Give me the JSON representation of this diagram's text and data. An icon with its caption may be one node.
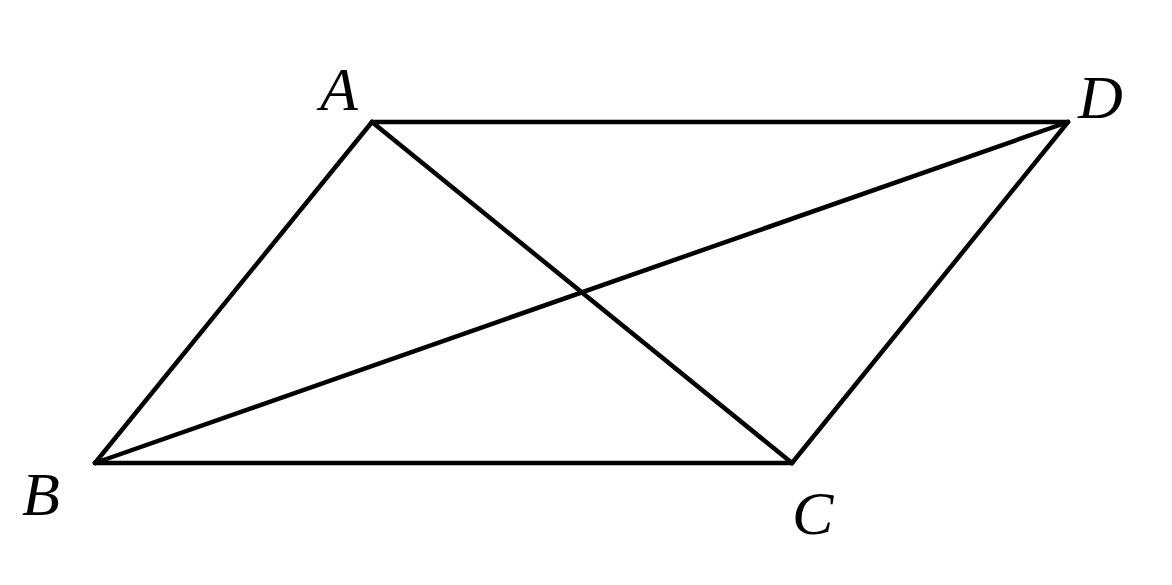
{
  "diagram": {
    "nodes": [
      {
        "text": [
          "A"
        ]
      },
      {
        "text": [
          "B"
        ]
      },
      {
        "text": [
          "C"
        ]
      },
      {
        "text": [
          "D"
        ]
      }
    ],
    "edges": [
      {
        "from": 0,
        "to": 3,
        "arrow": "none"
      },
      {
        "from": 0,
        "to": 1,
        "arrow": "none"
      },
      {
        "from": 0,
        "to": 2,
        "arrow": "none"
      },
      {
        "from": 3,
        "to": 1,
        "arrow": "none"
      },
      {
        "from": 3,
        "to": 2,
        "arrow": "none"
      },
      {
        "from": 1,
        "to": 2,
        "arrow": "none"
      }
    ]
  }
}
